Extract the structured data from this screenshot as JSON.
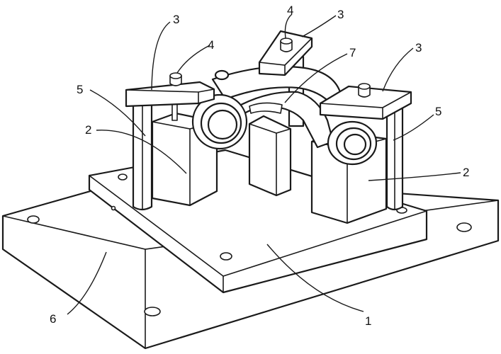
{
  "labels": {
    "base_plate": "6",
    "mounting_plate": "1",
    "support_block_left": "2",
    "support_block_right": "2",
    "guide_post_left": "5",
    "guide_post_right": "5",
    "clamp_left": "3",
    "clamp_center": "3",
    "clamp_right": "3",
    "pin_left": "4",
    "pin_center": "4",
    "workpiece": "7"
  },
  "colors": {
    "line": "#1a1a1a",
    "fill": "#ffffff"
  }
}
